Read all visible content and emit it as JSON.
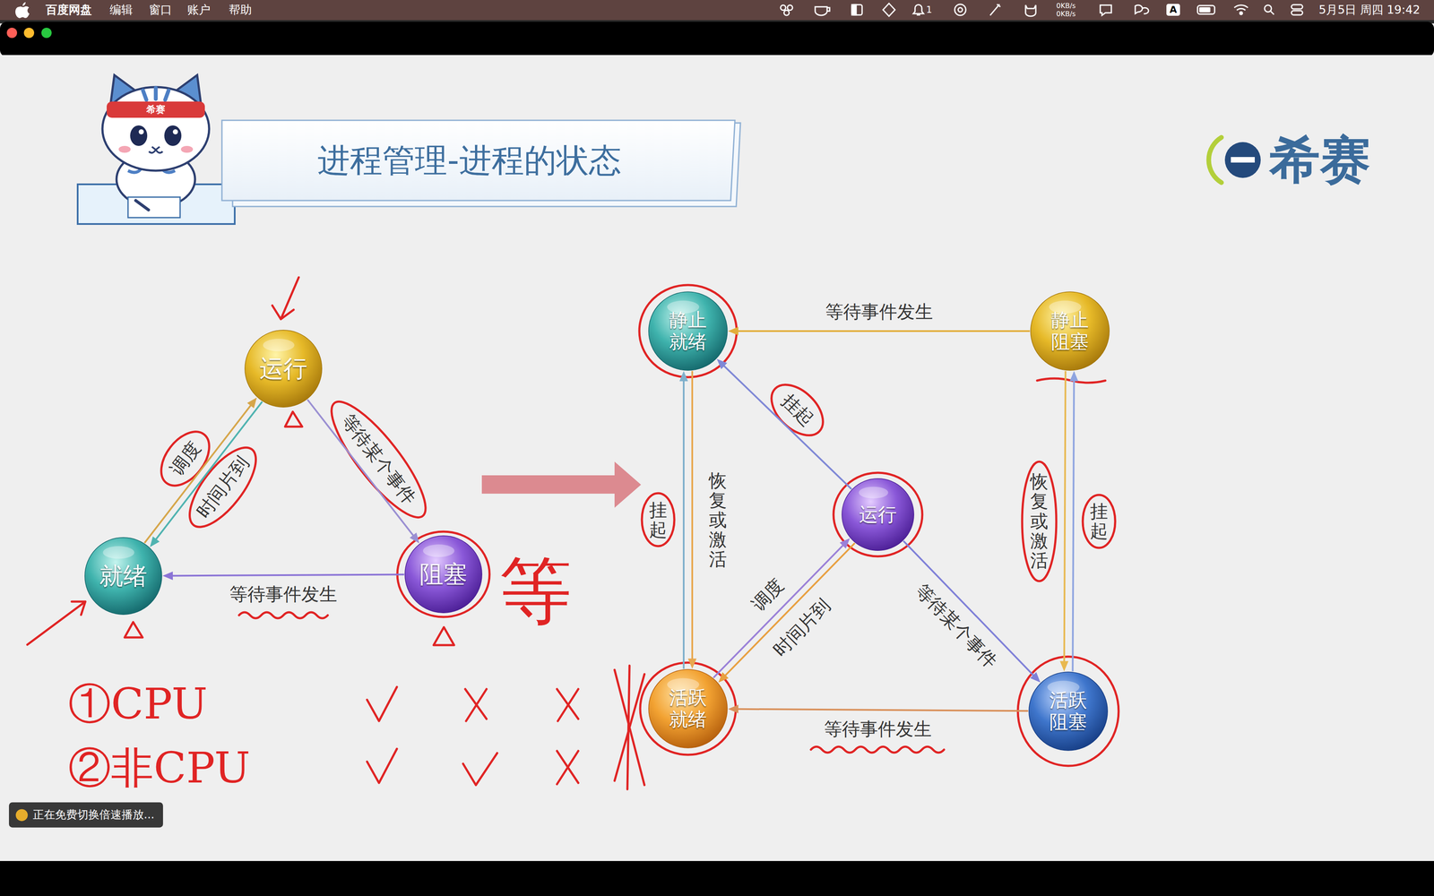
{
  "diagram": {
    "title": "进程管理-进程的状态",
    "nodes": [
      {
        "text": [
          "运行"
        ]
      },
      {
        "text": [
          "就绪"
        ]
      },
      {
        "text": [
          "阻塞"
        ]
      },
      {
        "text": [
          "静止 就绪"
        ]
      },
      {
        "text": [
          "静止 阻塞"
        ]
      },
      {
        "text": [
          "运行"
        ]
      },
      {
        "text": [
          "活跃 就绪"
        ]
      },
      {
        "text": [
          "活跃 阻塞"
        ]
      }
    ],
    "edges": [
      {
        "from": 1,
        "to": 0,
        "arrow": "to",
        "label": "调度"
      },
      {
        "from": 0,
        "to": 1,
        "arrow": "to",
        "label": "时间片到"
      },
      {
        "from": 0,
        "to": 2,
        "arrow": "to",
        "label": "等待某个事件"
      },
      {
        "from": 2,
        "to": 1,
        "arrow": "to",
        "label": "等待事件发生"
      },
      {
        "from": 4,
        "to": 3,
        "arrow": "to",
        "label": "等待事件发生"
      },
      {
        "from": 5,
        "to": 3,
        "arrow": "to",
        "label": "挂起"
      },
      {
        "from": 6,
        "to": 3,
        "arrow": "to",
        "label": "挂起"
      },
      {
        "from": 3,
        "to": 6,
        "arrow": "to",
        "label": "恢复或激活"
      },
      {
        "from": 6,
        "to": 5,
        "arrow": "to",
        "label": "调度"
      },
      {
        "from": 5,
        "to": 6,
        "arrow": "to",
        "label": "时间片到"
      },
      {
        "from": 5,
        "to": 7,
        "arrow": "to",
        "label": "等待某个事件"
      },
      {
        "from": 7,
        "to": 6,
        "arrow": "to",
        "label": "等待事件发生"
      },
      {
        "from": 7,
        "to": 4,
        "arrow": "to",
        "label": "挂起"
      },
      {
        "from": 4,
        "to": 7,
        "arrow": "to",
        "label": "恢复或激活"
      }
    ],
    "labels": [
      "百度网盘",
      "编辑",
      "窗口",
      "账户",
      "帮助",
      "1",
      "0KB/s",
      "0KB/s",
      "A",
      "5月5日 周四 19:42",
      "希赛",
      "希赛",
      "等",
      "①CPU",
      "②非CPU",
      "正在免费切换倍速播放..."
    ]
  }
}
